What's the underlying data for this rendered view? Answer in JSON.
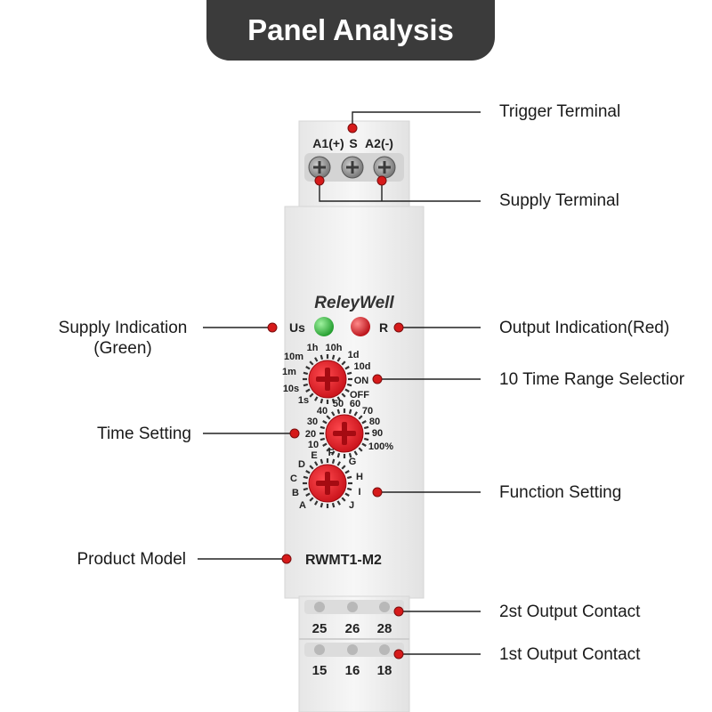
{
  "title": "Panel Analysis",
  "device": {
    "brand": "ReleyWell",
    "model": "RWMT1-M2",
    "top_terminals": [
      "A1(+)",
      "S",
      "A2(-)"
    ],
    "led_left_label": "Us",
    "led_right_label": "R",
    "time_range_scale": [
      "1s",
      "10s",
      "1m",
      "10m",
      "1h",
      "10h",
      "1d",
      "10d",
      "ON",
      "OFF"
    ],
    "time_setting_scale": [
      "10",
      "20",
      "30",
      "40",
      "50",
      "60",
      "70",
      "80",
      "90",
      "100%"
    ],
    "function_scale": [
      "A",
      "B",
      "C",
      "D",
      "E",
      "F",
      "G",
      "H",
      "I",
      "J"
    ],
    "terminals_row2": [
      "25",
      "26",
      "28"
    ],
    "terminals_row1": [
      "15",
      "16",
      "18"
    ]
  },
  "callouts": {
    "trigger_terminal": "Trigger Terminal",
    "supply_terminal": "Supply Terminal",
    "supply_indication": "Supply Indication\n(Green)",
    "output_indication": "Output Indication(Red)",
    "time_range_selection": "10 Time Range Selectior",
    "time_setting": "Time Setting",
    "function_setting": "Function Setting",
    "product_model": "Product Model",
    "output_contact_2": "2st Output Contact",
    "output_contact_1": "1st Output Contact"
  },
  "colors": {
    "title_bg": "#3b3b3b",
    "led_green": "#2fbf3a",
    "led_red": "#e0141e",
    "knob_red": "#e0141e",
    "callout_dot": "#d61a1a"
  }
}
